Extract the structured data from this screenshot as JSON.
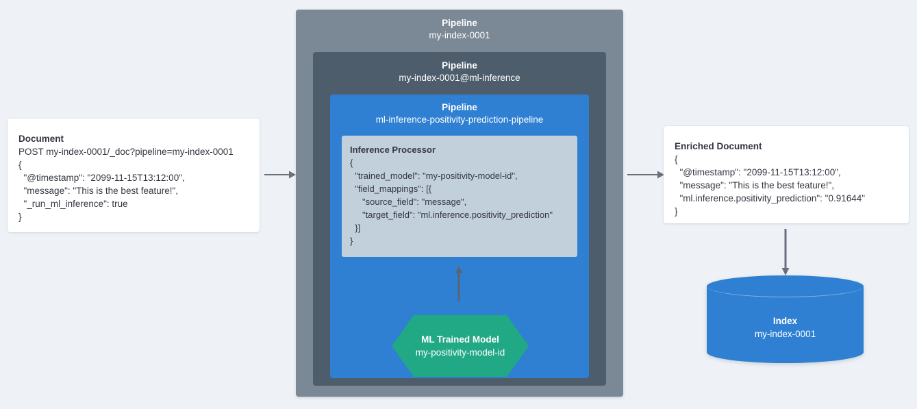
{
  "theme": {
    "page_background": "#eef2f6",
    "outer_pipeline_color": "#7b8896",
    "middle_pipeline_color": "#4e5d6b",
    "inner_pipeline_color": "#2f80d2",
    "processor_color": "#c2d0dc",
    "model_color": "#21a884",
    "index_color": "#2f80d2",
    "arrow_color": "#69707d",
    "text_color": "#343741",
    "card_color": "#ffffff"
  },
  "document": {
    "title": "Document",
    "lines": [
      "POST my-index-0001/_doc?pipeline=my-index-0001",
      "{",
      "  \"@timestamp\": \"2099-11-15T13:12:00\",",
      "  \"message\": \"This is the best feature!\",",
      "  \"_run_ml_inference\": true",
      "}"
    ]
  },
  "pipeline_outer": {
    "title": "Pipeline",
    "name": "my-index-0001"
  },
  "pipeline_middle": {
    "title": "Pipeline",
    "name": "my-index-0001@ml-inference"
  },
  "pipeline_inner": {
    "title": "Pipeline",
    "name": "ml-inference-positivity-prediction-pipeline"
  },
  "inference_processor": {
    "title": "Inference Processor",
    "lines": [
      "{",
      "  \"trained_model\": \"my-positivity-model-id\",",
      "  \"field_mappings\": [{",
      "     \"source_field\": \"message\",",
      "     \"target_field\": \"ml.inference.positivity_prediction\"",
      "  }]",
      "}"
    ]
  },
  "ml_model": {
    "title": "ML Trained Model",
    "name": "my-positivity-model-id"
  },
  "enriched_document": {
    "title": "Enriched Document",
    "lines": [
      "{",
      "  \"@timestamp\": \"2099-11-15T13:12:00\",",
      "  \"message\": \"This is the best feature!\",",
      "  \"ml.inference.positivity_prediction\": \"0.91644\"",
      "}"
    ]
  },
  "index": {
    "title": "Index",
    "name": "my-index-0001"
  },
  "arrows": {
    "doc_to_pipeline": "arrow-right",
    "pipeline_to_enriched": "arrow-right",
    "model_to_processor": "arrow-up",
    "enriched_to_index": "arrow-down"
  }
}
